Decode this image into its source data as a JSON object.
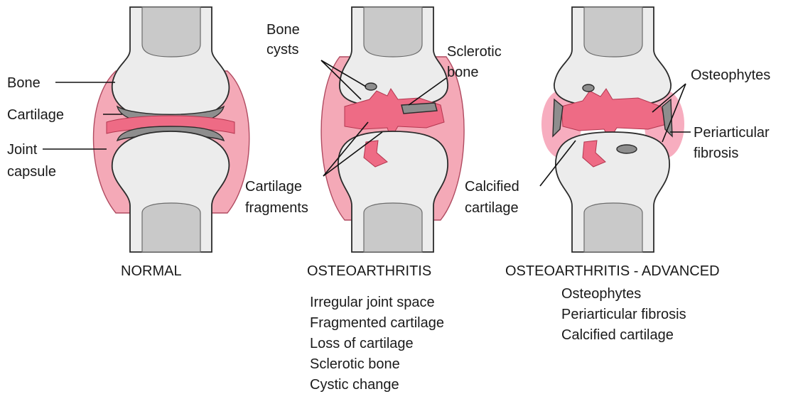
{
  "panels": [
    {
      "id": "normal",
      "caption": "NORMAL",
      "labels": {
        "bone": "Bone",
        "cartilage": "Cartilage",
        "joint_capsule_1": "Joint",
        "joint_capsule_2": "capsule"
      },
      "findings": []
    },
    {
      "id": "osteoarthritis",
      "caption": "OSTEOARTHRITIS",
      "labels": {
        "bone_cysts_1": "Bone",
        "bone_cysts_2": "cysts",
        "sclerotic_1": "Sclerotic",
        "sclerotic_2": "bone",
        "fragments_1": "Cartilage",
        "fragments_2": "fragments"
      },
      "findings": [
        "Irregular joint space",
        "Fragmented cartilage",
        "Loss of cartilage",
        "Sclerotic bone",
        "Cystic change"
      ]
    },
    {
      "id": "advanced",
      "caption": "OSTEOARTHRITIS - ADVANCED",
      "labels": {
        "osteophytes": "Osteophytes",
        "fibrosis_1": "Periarticular",
        "fibrosis_2": "fibrosis",
        "calcified_1": "Calcified",
        "calcified_2": "cartilage"
      },
      "findings": [
        "Osteophytes",
        "Periarticular fibrosis",
        "Calcified cartilage"
      ]
    }
  ],
  "colors": {
    "pink": "#ee6b85",
    "bone": "#ececec",
    "marrow": "#c9c9c9",
    "cartilage": "#8e8e8e"
  }
}
